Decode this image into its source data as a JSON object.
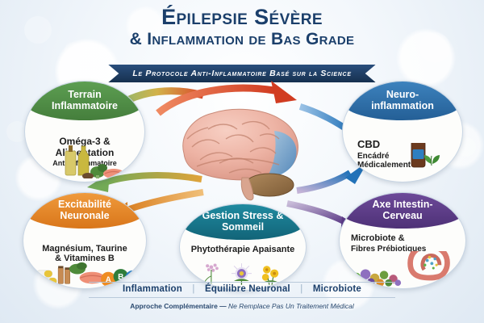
{
  "header": {
    "title_line1": "Épilepsie Sévère",
    "title_line2": "& Inflammation de Bas Grade",
    "ribbon": "Le Protocole Anti-Inflammatoire Basé sur la Science"
  },
  "center": {
    "brain_label": "brain-illustration"
  },
  "cards": [
    {
      "id": "terrain-inflammatoire",
      "header": "Terrain Inflammatoire",
      "body_main": "Oméga-3 &\nAlimentation",
      "body_sub": "Anti-Inflammatoire",
      "color": "#4e8c44",
      "photo": "olive-oil-salmon-broccoli"
    },
    {
      "id": "neuro-inflammation",
      "header": "Neuro-inflammation",
      "body_main": "CBD",
      "body_sub": "Encádré\nMédicalement",
      "color": "#2e6fa8",
      "photo": "cbd-dropper-bottle-mint"
    },
    {
      "id": "excitabilite-neuronale",
      "header": "Excitabilité Neuronale",
      "body_main": "Magnésium, Taurine\n& Vitamines B",
      "body_sub": "",
      "color": "#e08524",
      "photo": "capsules-vitamins-a-b"
    },
    {
      "id": "axe-intestin-cerveau",
      "header": "Axe Intestin-Cerveau",
      "body_main": "Microbiote &",
      "body_sub": "Fibres Prébiotiques",
      "color": "#5b3a86",
      "photo": "intestine-microbiome-vegetables"
    },
    {
      "id": "gestion-stress-sommeil",
      "header": "Gestion Stress & Sommeil",
      "body_main": "Phytothérapie Apaisante",
      "body_sub": "",
      "color": "#17788f",
      "photo": "valerian-passionflower-arnica"
    }
  ],
  "arrows": [
    {
      "name": "arrow-brain-to-terrain",
      "color_from": "#d94a2b",
      "color_to": "#6aa84f",
      "direction": "left"
    },
    {
      "name": "arrow-brain-to-neuro",
      "color_from": "#d94a2b",
      "color_to": "#2e6fa8",
      "direction": "right"
    },
    {
      "name": "arrow-top-red",
      "color_from": "#e8734a",
      "color_to": "#cf3c23",
      "direction": "right"
    },
    {
      "name": "arrow-brain-to-excitabilite",
      "color_from": "#6aa84f",
      "color_to": "#e08524",
      "direction": "left-down"
    },
    {
      "name": "arrow-lower-green",
      "color_from": "#e0a33a",
      "color_to": "#6aa84f",
      "direction": "left"
    },
    {
      "name": "arrow-brain-to-axe",
      "color_from": "#7fa8d8",
      "color_to": "#5b3a86",
      "direction": "right-down"
    },
    {
      "name": "arrow-lower-blue",
      "color_from": "#b8a8cc",
      "color_to": "#2e6fa8",
      "direction": "right-up"
    }
  ],
  "footer": {
    "tags": [
      "Inflammation",
      "Équilibre Neuronal",
      "Microbiote"
    ],
    "separator": "|",
    "disclaimer_strong": "Approche Complémentaire — ",
    "disclaimer_italic": "Ne Remplace Pas Un Traitement Médical"
  },
  "colors": {
    "navy": "#1b3f6b",
    "ribbon": "#1e3a5f",
    "green": "#4e8c44",
    "blue": "#2e6fa8",
    "orange": "#e08524",
    "purple": "#5b3a86",
    "teal": "#17788f",
    "background": "#eef3f8"
  }
}
